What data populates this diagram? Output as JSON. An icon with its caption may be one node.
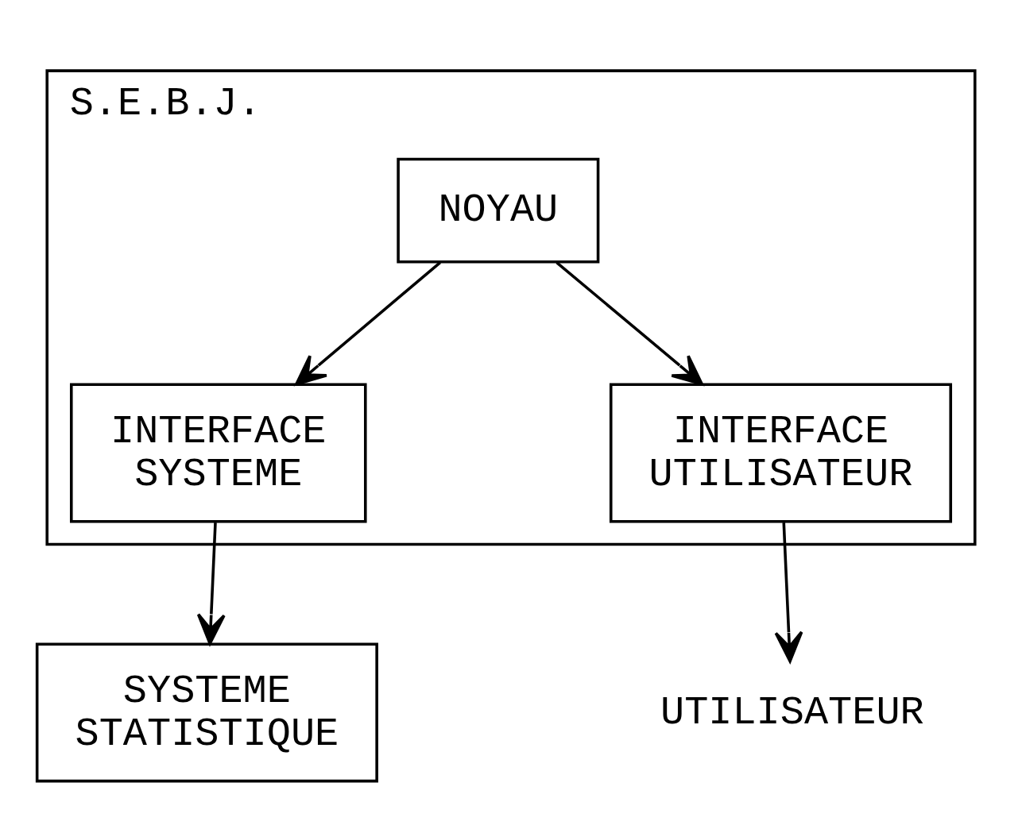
{
  "diagram": {
    "nodes": [
      {
        "text": [
          "S.E.B.J."
        ]
      },
      {
        "text": [
          "NOYAU"
        ],
        "in": 0
      },
      {
        "text": [
          "INTERFACE SYSTEME"
        ],
        "in": 0
      },
      {
        "text": [
          "INTERFACE UTILISATEUR"
        ],
        "in": 0
      },
      {
        "text": [
          "SYSTEME STATISTIQUE"
        ]
      },
      {
        "text": [
          "UTILISATEUR"
        ]
      }
    ],
    "edges": [
      {
        "from": 1,
        "to": 2,
        "arrow": "to"
      },
      {
        "from": 1,
        "to": 3,
        "arrow": "to"
      },
      {
        "from": 2,
        "to": 4,
        "arrow": "to"
      },
      {
        "from": 3,
        "to": 5,
        "arrow": "to"
      }
    ]
  }
}
